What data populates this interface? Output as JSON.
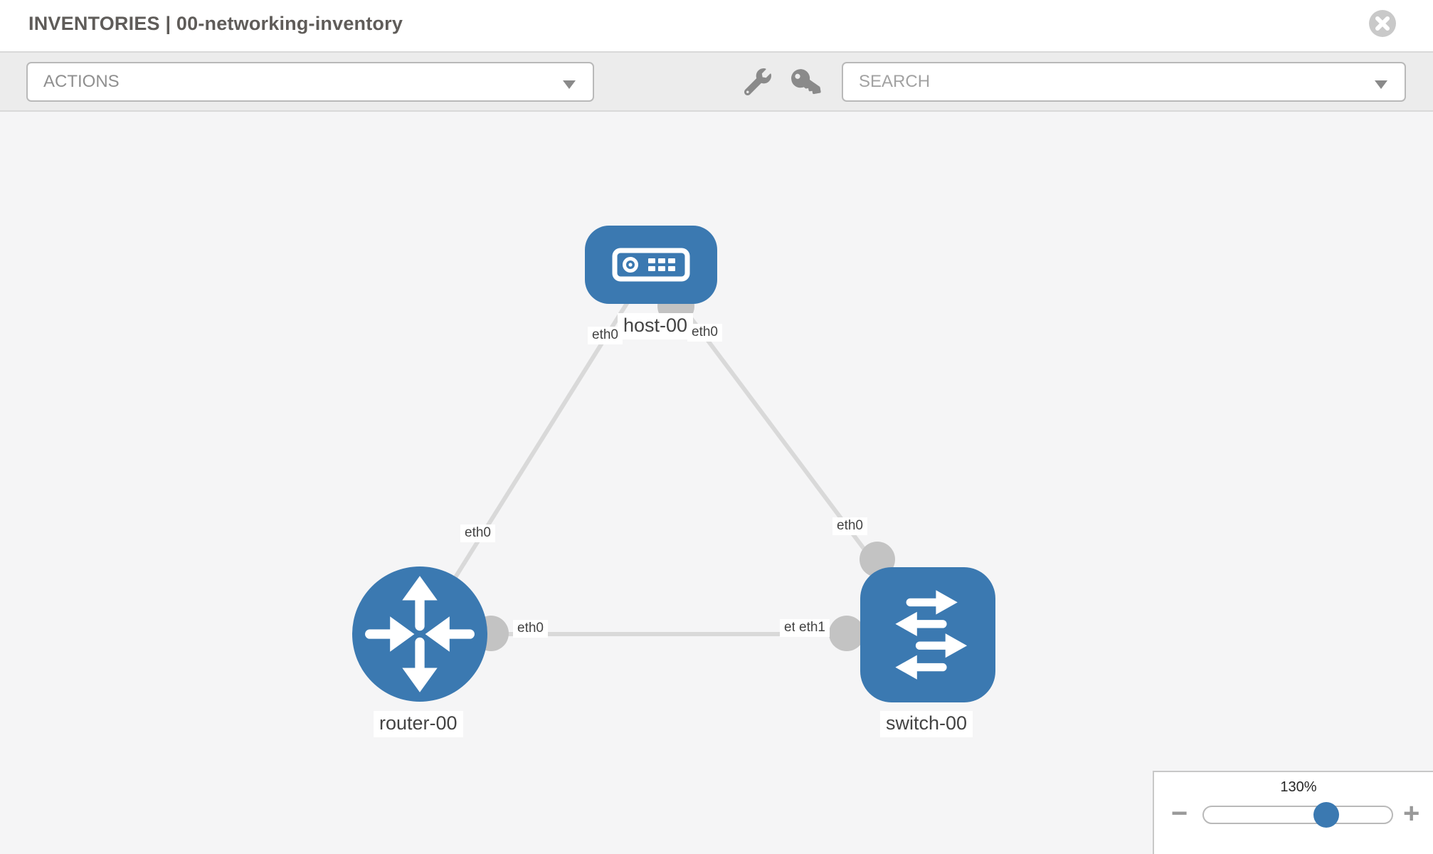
{
  "header": {
    "title": "INVENTORIES | 00-networking-inventory",
    "close_icon": "circle-x"
  },
  "toolbar": {
    "actions": {
      "value": "ACTIONS"
    },
    "search": {
      "placeholder": "SEARCH"
    },
    "icons": [
      "wrench",
      "key"
    ]
  },
  "graph": {
    "nodes": [
      {
        "label": "host-00",
        "type": "host"
      },
      {
        "label": "router-00",
        "type": "router"
      },
      {
        "label": "switch-00",
        "type": "switch"
      }
    ],
    "links": [
      {
        "source": "host-00",
        "target": "router-00",
        "source_interface": "eth0",
        "target_interface": "eth0"
      },
      {
        "source": "host-00",
        "target": "switch-00",
        "source_interface": "eth0",
        "target_interface": "eth0"
      },
      {
        "source": "router-00",
        "target": "switch-00",
        "source_interface": "eth0",
        "target_interface": "eth1",
        "overlapped_label": "eth0"
      }
    ]
  },
  "zoom_control": {
    "level": "130%",
    "minus_label": "−",
    "plus_label": "+"
  },
  "colors": {
    "node_blue": "#3b79b1",
    "edge": "#d9d9d9",
    "connector": "#c3c3c3",
    "canvas_bg": "#f5f5f6",
    "toolbar_bg": "#ececec"
  }
}
